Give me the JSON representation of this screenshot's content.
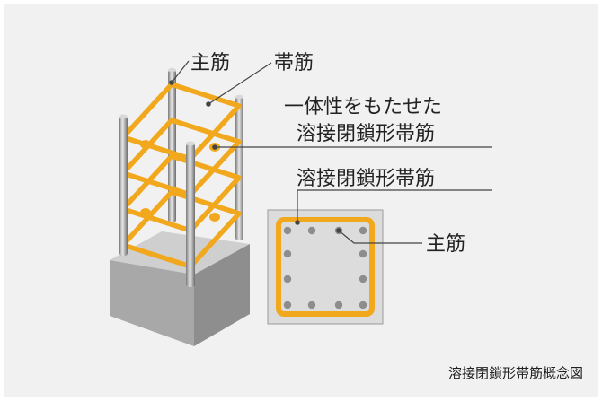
{
  "labels": {
    "main_rebar": "主筋",
    "hoop": "帯筋",
    "integrated_line1": "一体性をもたせた",
    "integrated_line2": "溶接閉鎖形帯筋",
    "welded_hoop": "溶接閉鎖形帯筋",
    "section_main_rebar": "主筋",
    "caption": "溶接閉鎖形帯筋概念図"
  },
  "colors": {
    "background": "#f1f1f1",
    "hoop_yellow": "#f2a81d",
    "concrete_front": "#a8a8a8",
    "concrete_top": "#cfcfcf",
    "concrete_side": "#8e8e8e",
    "section_face": "#dcdcdc",
    "leader_line": "#444444"
  }
}
